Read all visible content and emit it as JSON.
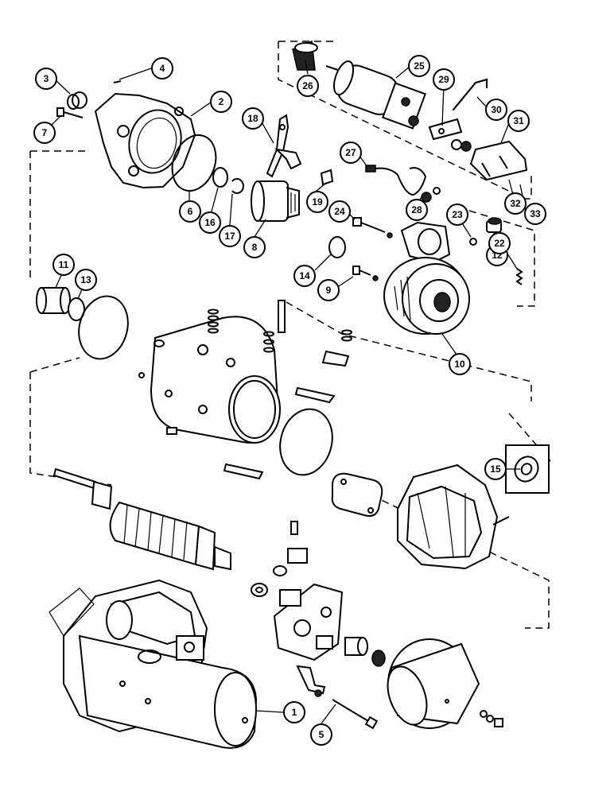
{
  "callouts": [
    {
      "id": "1",
      "label": "1"
    },
    {
      "id": "2",
      "label": "2"
    },
    {
      "id": "3",
      "label": "3"
    },
    {
      "id": "4",
      "label": "4"
    },
    {
      "id": "5",
      "label": "5"
    },
    {
      "id": "6",
      "label": "6"
    },
    {
      "id": "7",
      "label": "7"
    },
    {
      "id": "8",
      "label": "8"
    },
    {
      "id": "9",
      "label": "9"
    },
    {
      "id": "10",
      "label": "10"
    },
    {
      "id": "11",
      "label": "11"
    },
    {
      "id": "12",
      "label": "12"
    },
    {
      "id": "13",
      "label": "13"
    },
    {
      "id": "14",
      "label": "14"
    },
    {
      "id": "15",
      "label": "15"
    },
    {
      "id": "16",
      "label": "16"
    },
    {
      "id": "17",
      "label": "17"
    },
    {
      "id": "18",
      "label": "18"
    },
    {
      "id": "19",
      "label": "19"
    },
    {
      "id": "22",
      "label": "22"
    },
    {
      "id": "23",
      "label": "23"
    },
    {
      "id": "24",
      "label": "24"
    },
    {
      "id": "25",
      "label": "25"
    },
    {
      "id": "26",
      "label": "26"
    },
    {
      "id": "27",
      "label": "27"
    },
    {
      "id": "28",
      "label": "28"
    },
    {
      "id": "29",
      "label": "29"
    },
    {
      "id": "30",
      "label": "30"
    },
    {
      "id": "31",
      "label": "31"
    },
    {
      "id": "32",
      "label": "32"
    },
    {
      "id": "33",
      "label": "33"
    }
  ]
}
